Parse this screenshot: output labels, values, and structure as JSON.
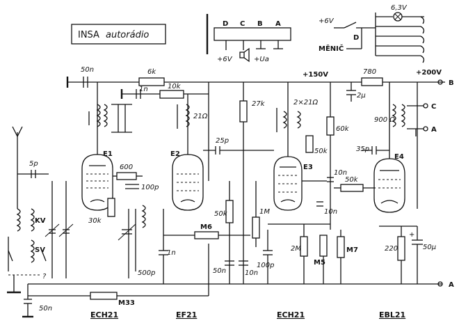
{
  "title": {
    "brand": "INSA",
    "model": "autorádio"
  },
  "connector": {
    "pins": [
      "D",
      "C",
      "B",
      "A"
    ],
    "labels": [
      "+6V",
      "+Ua"
    ]
  },
  "power_switch": {
    "input": "+6V",
    "pin": "D",
    "converter": "MĚNIČ",
    "lamp": "6,3V"
  },
  "rails": {
    "hv1": "+150V",
    "hv2": "+200V",
    "node_b": "B",
    "node_c": "C",
    "node_a": "A"
  },
  "tubes": [
    {
      "id": "E1",
      "type": "ECH21"
    },
    {
      "id": "E2",
      "type": "EF21"
    },
    {
      "id": "E3",
      "type": "ECH21"
    },
    {
      "id": "E4",
      "type": "EBL21"
    }
  ],
  "components": {
    "c_50n_top": "50n",
    "r_6k": "6k",
    "c_1n_top": "1n",
    "r_10k": "10k",
    "r_21_e2": "21Ω",
    "r_27k": "27k",
    "c_2x21": "2×21Ω",
    "r_780": "780",
    "c_2u": "2μ",
    "r_60k": "60k",
    "r_900": "900\nΩ",
    "c_25p": "25p",
    "r_50k_e3": "50k",
    "c_35p": "35p",
    "c_5p": "5p",
    "r_600": "600",
    "c_100p": "100p",
    "c_10n_e3": "10n",
    "r_50k_e4": "50k",
    "r_30k": "30k",
    "kv": "KV",
    "sv": "SV",
    "c_500p": "500p",
    "r_50k_mid": "50k",
    "r_1m": "1M",
    "c_10n_mid": "10n",
    "r_m6": "M6",
    "c_1n_mid": "1n",
    "r_2m": "2M",
    "r_m7": "M7",
    "r_m5": "M5",
    "r_220": "220",
    "c_50u": "50μ",
    "c_50n_b1": "50n",
    "c_10n_b": "10n",
    "c_100p_b": "100p",
    "c_50n_bl": "50n",
    "r_m33": "M33",
    "q_mark": "?",
    "plus": "+"
  }
}
